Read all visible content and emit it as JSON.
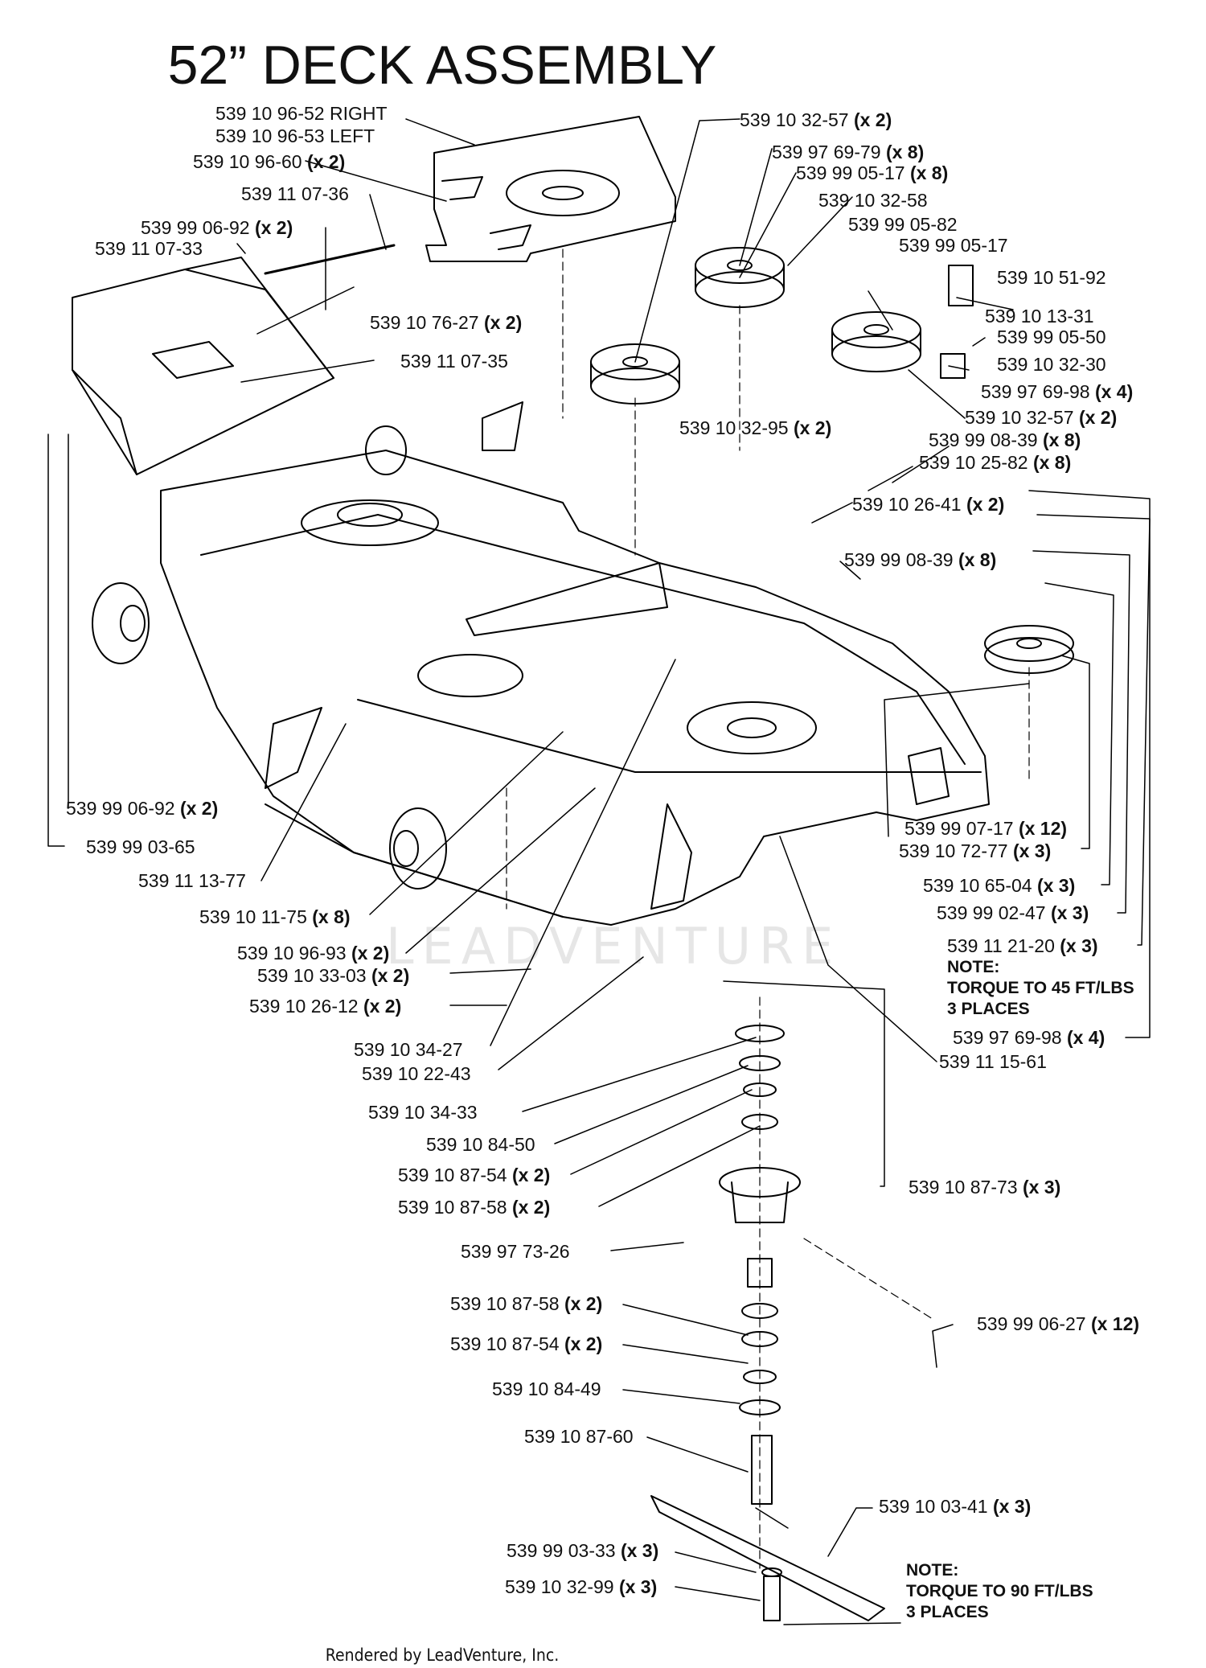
{
  "title": "52” DECK ASSEMBLY",
  "watermark": "LEADVENTURE",
  "footer": "Rendered by LeadVenture, Inc.",
  "labels": [
    {
      "id": "l01",
      "part": "539 10 96-52 RIGHT",
      "qty": ""
    },
    {
      "id": "l02",
      "part": "539 10 96-53 LEFT",
      "qty": ""
    },
    {
      "id": "l03",
      "part": "539 10 96-60",
      "qty": "(x 2)"
    },
    {
      "id": "l04",
      "part": "539 11 07-36",
      "qty": ""
    },
    {
      "id": "l05",
      "part": "539 99 06-92",
      "qty": "(x 2)"
    },
    {
      "id": "l06",
      "part": "539 11 07-33",
      "qty": ""
    },
    {
      "id": "l07",
      "part": "539 10 76-27",
      "qty": "(x 2)"
    },
    {
      "id": "l08",
      "part": "539 11 07-35",
      "qty": ""
    },
    {
      "id": "l09",
      "part": "539 10 32-57",
      "qty": "(x 2)"
    },
    {
      "id": "l10",
      "part": "539 97 69-79",
      "qty": "(x 8)"
    },
    {
      "id": "l11",
      "part": "539 99 05-17",
      "qty": "(x 8)"
    },
    {
      "id": "l12",
      "part": "539 10 32-58",
      "qty": ""
    },
    {
      "id": "l13",
      "part": "539 99 05-82",
      "qty": ""
    },
    {
      "id": "l14",
      "part": "539 99 05-17",
      "qty": ""
    },
    {
      "id": "l15",
      "part": "539 10 51-92",
      "qty": ""
    },
    {
      "id": "l16",
      "part": "539 10 13-31",
      "qty": ""
    },
    {
      "id": "l17",
      "part": "539 99 05-50",
      "qty": ""
    },
    {
      "id": "l18",
      "part": "539 10 32-30",
      "qty": ""
    },
    {
      "id": "l19",
      "part": "539 97 69-98",
      "qty": "(x 4)"
    },
    {
      "id": "l20",
      "part": "539 10 32-57",
      "qty": "(x 2)"
    },
    {
      "id": "l21",
      "part": "539 10 32-95",
      "qty": "(x 2)"
    },
    {
      "id": "l22",
      "part": "539 99 08-39",
      "qty": "(x 8)"
    },
    {
      "id": "l23",
      "part": "539 10 25-82",
      "qty": "(x 8)"
    },
    {
      "id": "l24",
      "part": "539 10 26-41",
      "qty": "(x 2)"
    },
    {
      "id": "l25",
      "part": "539 99 08-39",
      "qty": "(x 8)"
    },
    {
      "id": "l26",
      "part": "539 99 06-92",
      "qty": "(x 2)"
    },
    {
      "id": "l27",
      "part": "539 99 03-65",
      "qty": ""
    },
    {
      "id": "l28",
      "part": "539 11 13-77",
      "qty": ""
    },
    {
      "id": "l29",
      "part": "539 10 11-75",
      "qty": "(x 8)"
    },
    {
      "id": "l30",
      "part": "539 10 96-93",
      "qty": "(x 2)"
    },
    {
      "id": "l31",
      "part": "539 10 33-03",
      "qty": "(x 2)"
    },
    {
      "id": "l32",
      "part": "539 10 26-12",
      "qty": "(x 2)"
    },
    {
      "id": "l33",
      "part": "539 99 07-17",
      "qty": "(x 12)"
    },
    {
      "id": "l34",
      "part": "539 10 72-77",
      "qty": "(x 3)"
    },
    {
      "id": "l35",
      "part": "539 10 65-04",
      "qty": "(x 3)"
    },
    {
      "id": "l36",
      "part": "539 99 02-47",
      "qty": "(x 3)"
    },
    {
      "id": "l37",
      "part": "539 11 21-20",
      "qty": "(x 3)"
    },
    {
      "id": "l38",
      "part": "539 97 69-98",
      "qty": "(x 4)"
    },
    {
      "id": "l39",
      "part": "539 11 15-61",
      "qty": ""
    },
    {
      "id": "l40",
      "part": "539 10 34-27",
      "qty": ""
    },
    {
      "id": "l41",
      "part": "539 10 22-43",
      "qty": ""
    },
    {
      "id": "l42",
      "part": "539 10 34-33",
      "qty": ""
    },
    {
      "id": "l43",
      "part": "539 10 84-50",
      "qty": ""
    },
    {
      "id": "l44",
      "part": "539 10 87-54",
      "qty": "(x 2)"
    },
    {
      "id": "l45",
      "part": "539 10 87-58",
      "qty": "(x 2)"
    },
    {
      "id": "l46",
      "part": "539 10 87-73",
      "qty": "(x 3)"
    },
    {
      "id": "l47",
      "part": "539 97 73-26",
      "qty": ""
    },
    {
      "id": "l48",
      "part": "539 10 87-58",
      "qty": "(x 2)"
    },
    {
      "id": "l49",
      "part": "539 99 06-27",
      "qty": "(x 12)"
    },
    {
      "id": "l50",
      "part": "539 10 87-54",
      "qty": "(x 2)"
    },
    {
      "id": "l51",
      "part": "539 10 84-49",
      "qty": ""
    },
    {
      "id": "l52",
      "part": "539 10 87-60",
      "qty": ""
    },
    {
      "id": "l53",
      "part": "539 10 03-41",
      "qty": "(x 3)"
    },
    {
      "id": "l54",
      "part": "539 99 03-33",
      "qty": "(x 3)"
    },
    {
      "id": "l55",
      "part": "539 10 32-99",
      "qty": "(x 3)"
    }
  ],
  "notes": [
    {
      "id": "n1",
      "text": "NOTE:\nTORQUE TO 45 FT/LBS\n3 PLACES"
    },
    {
      "id": "n2",
      "text": "NOTE:\nTORQUE TO 90 FT/LBS\n3 PLACES"
    }
  ]
}
